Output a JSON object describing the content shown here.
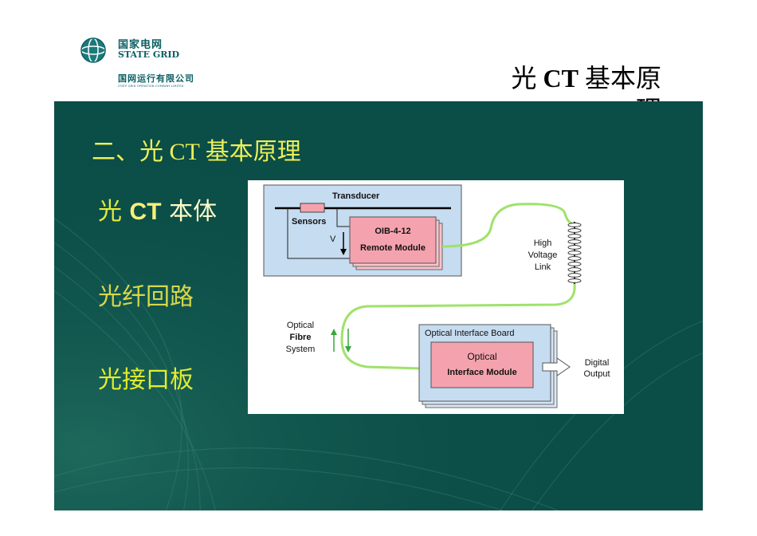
{
  "logo": {
    "name_cn": "国家电网",
    "name_en": "STATE GRID",
    "sub_cn": "国网运行有限公司",
    "sub_en": "STATE GRID OPERATION COMPANY LIMITED"
  },
  "corner_title": {
    "pre": "光 ",
    "bold": "CT",
    "post": " 基本原理"
  },
  "slide_title": "二、光 CT 基本原理",
  "items": [
    {
      "a": "光 ",
      "b": "CT",
      "c": "  本体"
    },
    {
      "label": "光纤回路"
    },
    {
      "label": "光接口板"
    }
  ],
  "diagram": {
    "transducer": "Transducer",
    "sensors": "Sensors",
    "v": "V",
    "remote_line1": "OIB-4-12",
    "remote_line2": "Remote Module",
    "hv_line1": "High",
    "hv_line2": "Voltage",
    "hv_line3": "Link",
    "fibre_line1": "Optical",
    "fibre_line2": "Fibre",
    "fibre_line3": "System",
    "oib_title": "Optical Interface Board",
    "oim_line1": "Optical",
    "oim_line2": "Interface Module",
    "out_line1": "Digital",
    "out_line2": "Output"
  },
  "colors": {
    "panel": "#0b4d47",
    "title_yellow": "#ecef58",
    "box_blue": "#c6dcf0",
    "module_pink": "#f4a3ae",
    "fibre_green": "#9fe26b"
  }
}
